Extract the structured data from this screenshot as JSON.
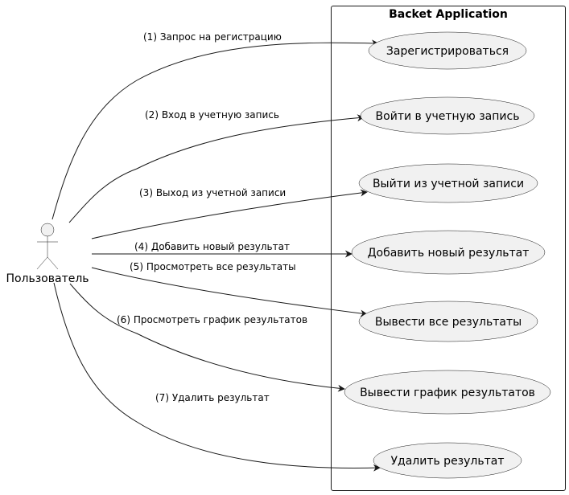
{
  "system": {
    "title": "Backet Application"
  },
  "actor": {
    "name": "Пользователь",
    "icon": "stick-figure-actor-icon"
  },
  "use_cases": [
    {
      "id": "register",
      "label": "Зарегистрироваться"
    },
    {
      "id": "login",
      "label": "Войти в учетную запись"
    },
    {
      "id": "logout",
      "label": "Выйти из учетной записи"
    },
    {
      "id": "add_result",
      "label": "Добавить новый результат"
    },
    {
      "id": "show_results",
      "label": "Вывести все результаты"
    },
    {
      "id": "show_chart",
      "label": "Вывести график результатов"
    },
    {
      "id": "delete_result",
      "label": "Удалить результат"
    }
  ],
  "relations": [
    {
      "to": "register",
      "label": "(1) Запрос на регистрацию"
    },
    {
      "to": "login",
      "label": "(2) Вход в учетную запись"
    },
    {
      "to": "logout",
      "label": "(3) Выход из учетной записи"
    },
    {
      "to": "add_result",
      "label": "(4) Добавить новый результат"
    },
    {
      "to": "show_results",
      "label": "(5) Просмотреть все результаты"
    },
    {
      "to": "show_chart",
      "label": "(6) Просмотреть график результатов"
    },
    {
      "to": "delete_result",
      "label": "(7) Удалить результат"
    }
  ],
  "colors": {
    "usecase_fill": "#f1f1f1",
    "line": "#181818",
    "background": "#ffffff"
  }
}
